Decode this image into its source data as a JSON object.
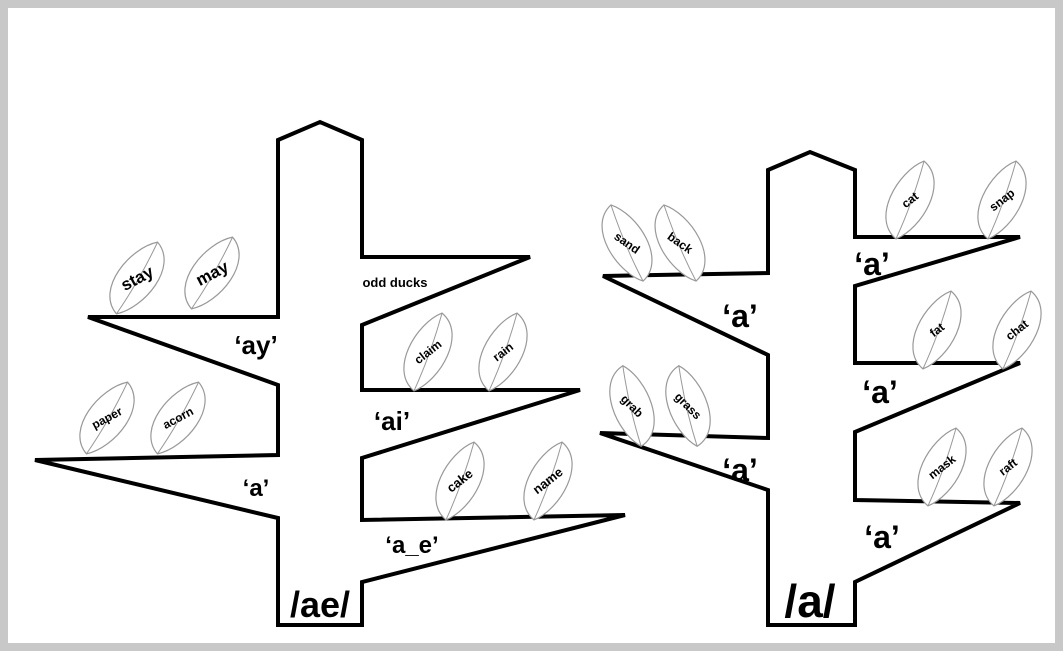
{
  "colors": {
    "frame": "#c8c8c8",
    "outline": "#000000",
    "leaf_outline": "#999999",
    "background": "#ffffff"
  },
  "trees": [
    {
      "trunk_label": "/ae/",
      "note": "odd ducks",
      "branches": [
        {
          "label": "‘ay’",
          "leaves": [
            "stay",
            "may"
          ]
        },
        {
          "label": "‘a’",
          "leaves": [
            "paper",
            "acorn"
          ]
        },
        {
          "label": "‘ai’",
          "leaves": [
            "claim",
            "rain"
          ]
        },
        {
          "label": "‘a_e’",
          "leaves": [
            "cake",
            "name"
          ]
        }
      ]
    },
    {
      "trunk_label": "/a/",
      "branches": [
        {
          "label": "‘a’",
          "leaves": [
            "sand",
            "back"
          ]
        },
        {
          "label": "‘a’",
          "leaves": [
            "grab",
            "grass"
          ]
        },
        {
          "label": "‘a’",
          "leaves": [
            "cat",
            "snap"
          ]
        },
        {
          "label": "‘a’",
          "leaves": [
            "fat",
            "chat"
          ]
        },
        {
          "label": "‘a’",
          "leaves": [
            "mask",
            "raft"
          ]
        }
      ]
    }
  ]
}
